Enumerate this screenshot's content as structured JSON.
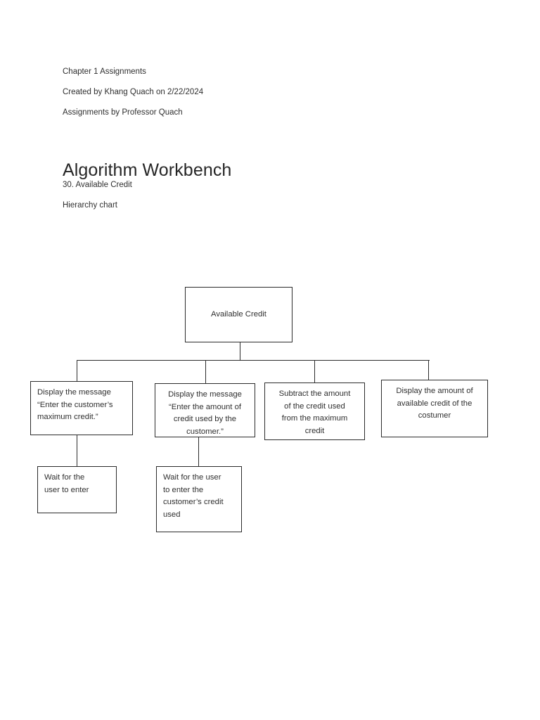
{
  "document": {
    "meta_lines": [
      "Chapter 1 Assignments",
      "Created by Khang Quach on 2/22/2024",
      "Assignments by Professor Quach"
    ],
    "title": "Algorithm Workbench",
    "subtitle_lines": [
      "30. Available Credit",
      "Hierarchy chart"
    ]
  },
  "chart_data": {
    "type": "diagram",
    "diagram_kind": "hierarchy-chart",
    "title": "Available Credit",
    "line_color": "#2b2b2b",
    "text_color": "#2f2f2f",
    "background": "#ffffff",
    "nodes": [
      {
        "id": "root",
        "label": "Available Credit",
        "level": 0,
        "align": "center",
        "lines": [
          "Available Credit"
        ]
      },
      {
        "id": "child-1",
        "label": "Display the message “Enter the customer’s maximum credit.”",
        "level": 1,
        "align": "left",
        "lines": [
          "Display the message",
          "“Enter the customer’s",
          "maximum credit.”"
        ]
      },
      {
        "id": "child-2",
        "label": "Display the message “Enter the amount of credit used by the customer.”",
        "level": 1,
        "align": "center",
        "lines": [
          "Display the message",
          "“Enter the amount of",
          "credit used by the",
          "customer.”"
        ]
      },
      {
        "id": "child-3",
        "label": "Subtract the amount of the credit used from the maximum credit",
        "level": 1,
        "align": "center",
        "lines": [
          "Subtract the amount",
          "of the credit used",
          "from the maximum",
          "credit"
        ]
      },
      {
        "id": "child-4",
        "label": "Display the amount of available credit of the costumer",
        "level": 1,
        "align": "center",
        "lines": [
          "Display the amount of",
          "available credit of the",
          "costumer"
        ]
      },
      {
        "id": "leaf-1",
        "label": "Wait for the user to enter",
        "level": 2,
        "parent": "child-1",
        "align": "left",
        "lines": [
          "Wait for the",
          "user to enter"
        ]
      },
      {
        "id": "leaf-2",
        "label": "Wait for the user to enter the customer’s credit used",
        "level": 2,
        "parent": "child-2",
        "align": "left",
        "lines": [
          "Wait for the user",
          "to enter the",
          "customer’s credit",
          "used"
        ]
      }
    ],
    "edges": [
      {
        "from": "root",
        "to": "child-1"
      },
      {
        "from": "root",
        "to": "child-2"
      },
      {
        "from": "root",
        "to": "child-3"
      },
      {
        "from": "root",
        "to": "child-4"
      },
      {
        "from": "child-1",
        "to": "leaf-1"
      },
      {
        "from": "child-2",
        "to": "leaf-2"
      }
    ]
  }
}
